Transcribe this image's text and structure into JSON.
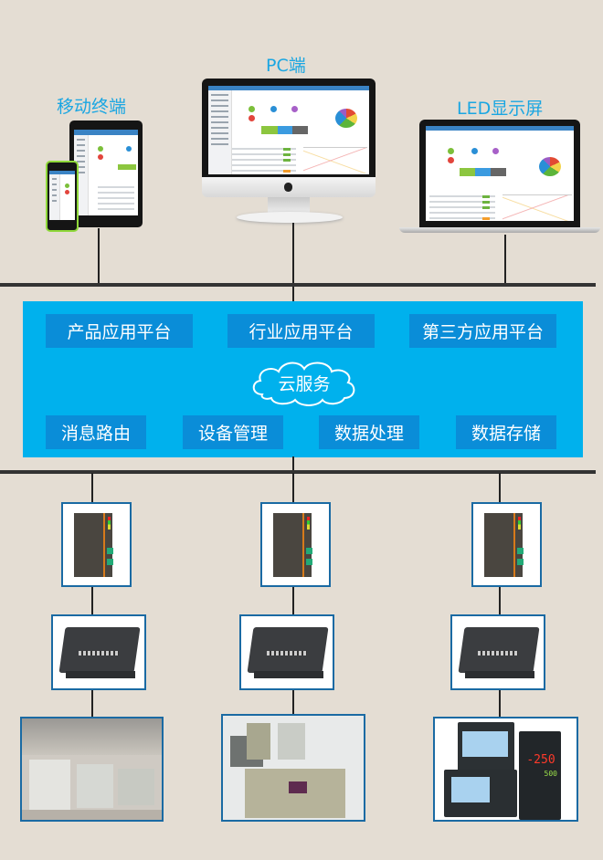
{
  "clients": [
    {
      "id": "mobile",
      "label": "移动终端"
    },
    {
      "id": "pc",
      "label": "PC端"
    },
    {
      "id": "led",
      "label": "LED显示屏"
    }
  ],
  "cloud": {
    "label": "云服务",
    "platforms": [
      {
        "label": "产品应用平台"
      },
      {
        "label": "行业应用平台"
      },
      {
        "label": "第三方应用平台"
      }
    ],
    "services": [
      {
        "label": "消息路由"
      },
      {
        "label": "设备管理"
      },
      {
        "label": "数据处理"
      },
      {
        "label": "数据存储"
      }
    ]
  },
  "devices": {
    "gateways": [
      {
        "name": "gateway-1"
      },
      {
        "name": "gateway-2"
      },
      {
        "name": "gateway-3"
      }
    ],
    "plcs": [
      {
        "name": "plc-1"
      },
      {
        "name": "plc-2"
      },
      {
        "name": "plc-3"
      }
    ],
    "equipment": [
      {
        "name": "industrial-machines"
      },
      {
        "name": "dosing-equipment"
      },
      {
        "name": "digital-controllers",
        "display_value": "-250",
        "secondary_value": "500"
      }
    ]
  },
  "colors": {
    "background": "#e4ddd3",
    "title": "#1aa6e2",
    "cloud_panel": "#00b1ed",
    "service_box": "#0a8dd8",
    "node_border": "#1a6aa3",
    "bus_line": "#333333"
  }
}
